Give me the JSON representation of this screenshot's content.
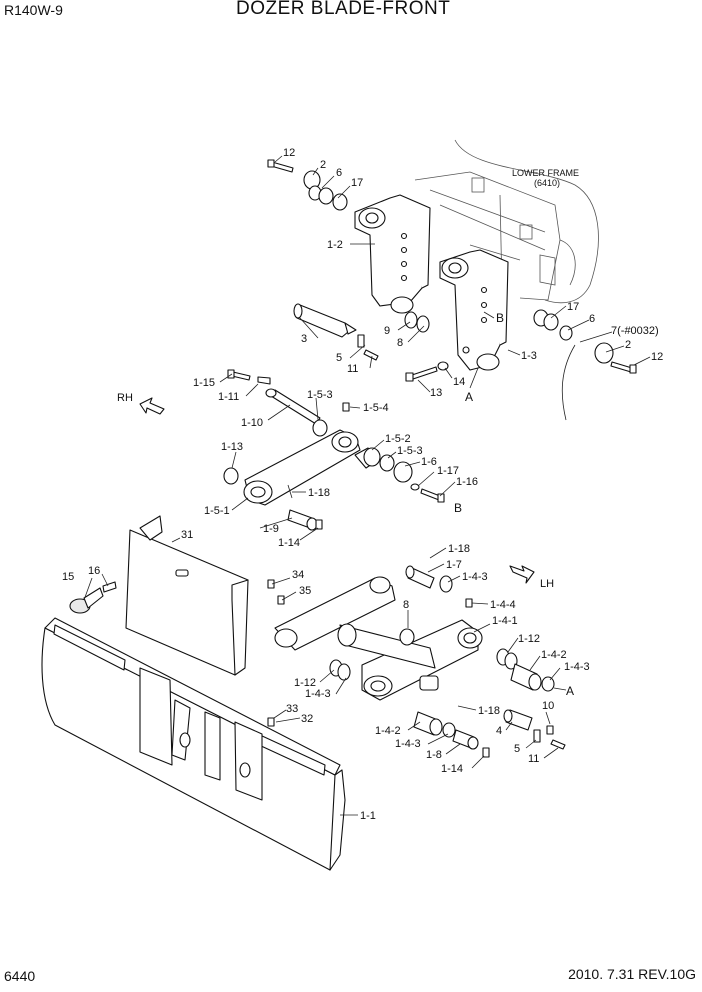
{
  "header": {
    "model": "R140W-9",
    "title": "DOZER BLADE-FRONT"
  },
  "footer": {
    "page": "6440",
    "revision": "2010. 7.31  REV.10G"
  },
  "frame_note": {
    "label": "LOWER FRAME",
    "ref": "(6410)"
  },
  "direction": {
    "rh": "RH",
    "lh": "LH"
  },
  "callouts": {
    "c12a": "12",
    "c2a": "2",
    "c6a": "6",
    "c17a": "17",
    "c1_2": "1-2",
    "c3": "3",
    "c9": "9",
    "c8a": "8",
    "c5a": "5",
    "c11a": "11",
    "cBa": "B",
    "c17b": "17",
    "c6b": "6",
    "c7": "7(-#0032)",
    "c2b": "2",
    "c12b": "12",
    "c1_3": "1-3",
    "c14": "14",
    "c13": "13",
    "cAa": "A",
    "c1_15": "1-15",
    "c1_11": "1-11",
    "c1_10": "1-10",
    "c1_5_3a": "1-5-3",
    "c1_5_4": "1-5-4",
    "c1_13": "1-13",
    "c1_5_2": "1-5-2",
    "c1_5_3b": "1-5-3",
    "c1_6": "1-6",
    "c1_17": "1-17",
    "c1_16": "1-16",
    "cBb": "B",
    "c1_18a": "1-18",
    "c1_5_1": "1-5-1",
    "c1_9": "1-9",
    "c1_14a": "1-14",
    "c31": "31",
    "c15": "15",
    "c16": "16",
    "c34": "34",
    "c35": "35",
    "c1_18b": "1-18",
    "c1_7": "1-7",
    "c1_4_3a": "1-4-3",
    "c8b": "8",
    "c1_4_4": "1-4-4",
    "c1_4_1": "1-4-1",
    "c1_12a": "1-12",
    "c1_4_2a": "1-4-2",
    "c1_4_3b": "1-4-3",
    "cAb": "A",
    "c1_12b": "1-12",
    "c1_4_3c": "1-4-3",
    "c33": "33",
    "c32": "32",
    "c1_18c": "1-18",
    "c10": "10",
    "c4": "4",
    "c1_4_2b": "1-4-2",
    "c1_4_3d": "1-4-3",
    "c5b": "5",
    "c11b": "11",
    "c1_8": "1-8",
    "c1_14b": "1-14",
    "c1_1": "1-1"
  }
}
